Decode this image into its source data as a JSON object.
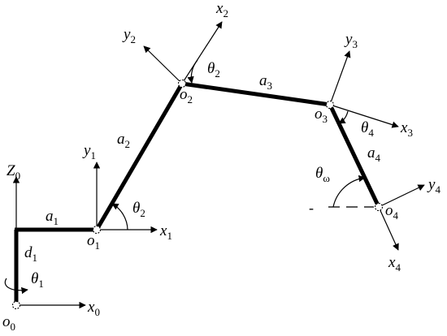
{
  "diagram": {
    "labels": {
      "o0": {
        "main": "o",
        "sub": "0"
      },
      "o1": {
        "main": "o",
        "sub": "1"
      },
      "o2": {
        "main": "o",
        "sub": "2"
      },
      "o3": {
        "main": "o",
        "sub": "3"
      },
      "o4": {
        "main": "o",
        "sub": "4"
      },
      "x0": {
        "main": "x",
        "sub": "0"
      },
      "Z0": {
        "main": "Z",
        "sub": "0"
      },
      "x1": {
        "main": "x",
        "sub": "1"
      },
      "y1": {
        "main": "y",
        "sub": "1"
      },
      "x2": {
        "main": "x",
        "sub": "2"
      },
      "y2": {
        "main": "y",
        "sub": "2"
      },
      "x3": {
        "main": "x",
        "sub": "3"
      },
      "y3": {
        "main": "y",
        "sub": "3"
      },
      "x4": {
        "main": "x",
        "sub": "4"
      },
      "y4": {
        "main": "y",
        "sub": "4"
      },
      "a1": {
        "main": "a",
        "sub": "1"
      },
      "a2": {
        "main": "a",
        "sub": "2"
      },
      "a3": {
        "main": "a",
        "sub": "3"
      },
      "a4": {
        "main": "a",
        "sub": "4"
      },
      "d1": {
        "main": "d",
        "sub": "1"
      },
      "theta1": {
        "main": "θ",
        "sub": "1"
      },
      "theta2_top": {
        "main": "θ",
        "sub": "2"
      },
      "theta2_base": {
        "main": "θ",
        "sub": "2"
      },
      "theta4": {
        "main": "θ",
        "sub": "4"
      },
      "theta_omega": {
        "main": "θ",
        "sub": "ω"
      }
    },
    "dash_mark": "-"
  }
}
